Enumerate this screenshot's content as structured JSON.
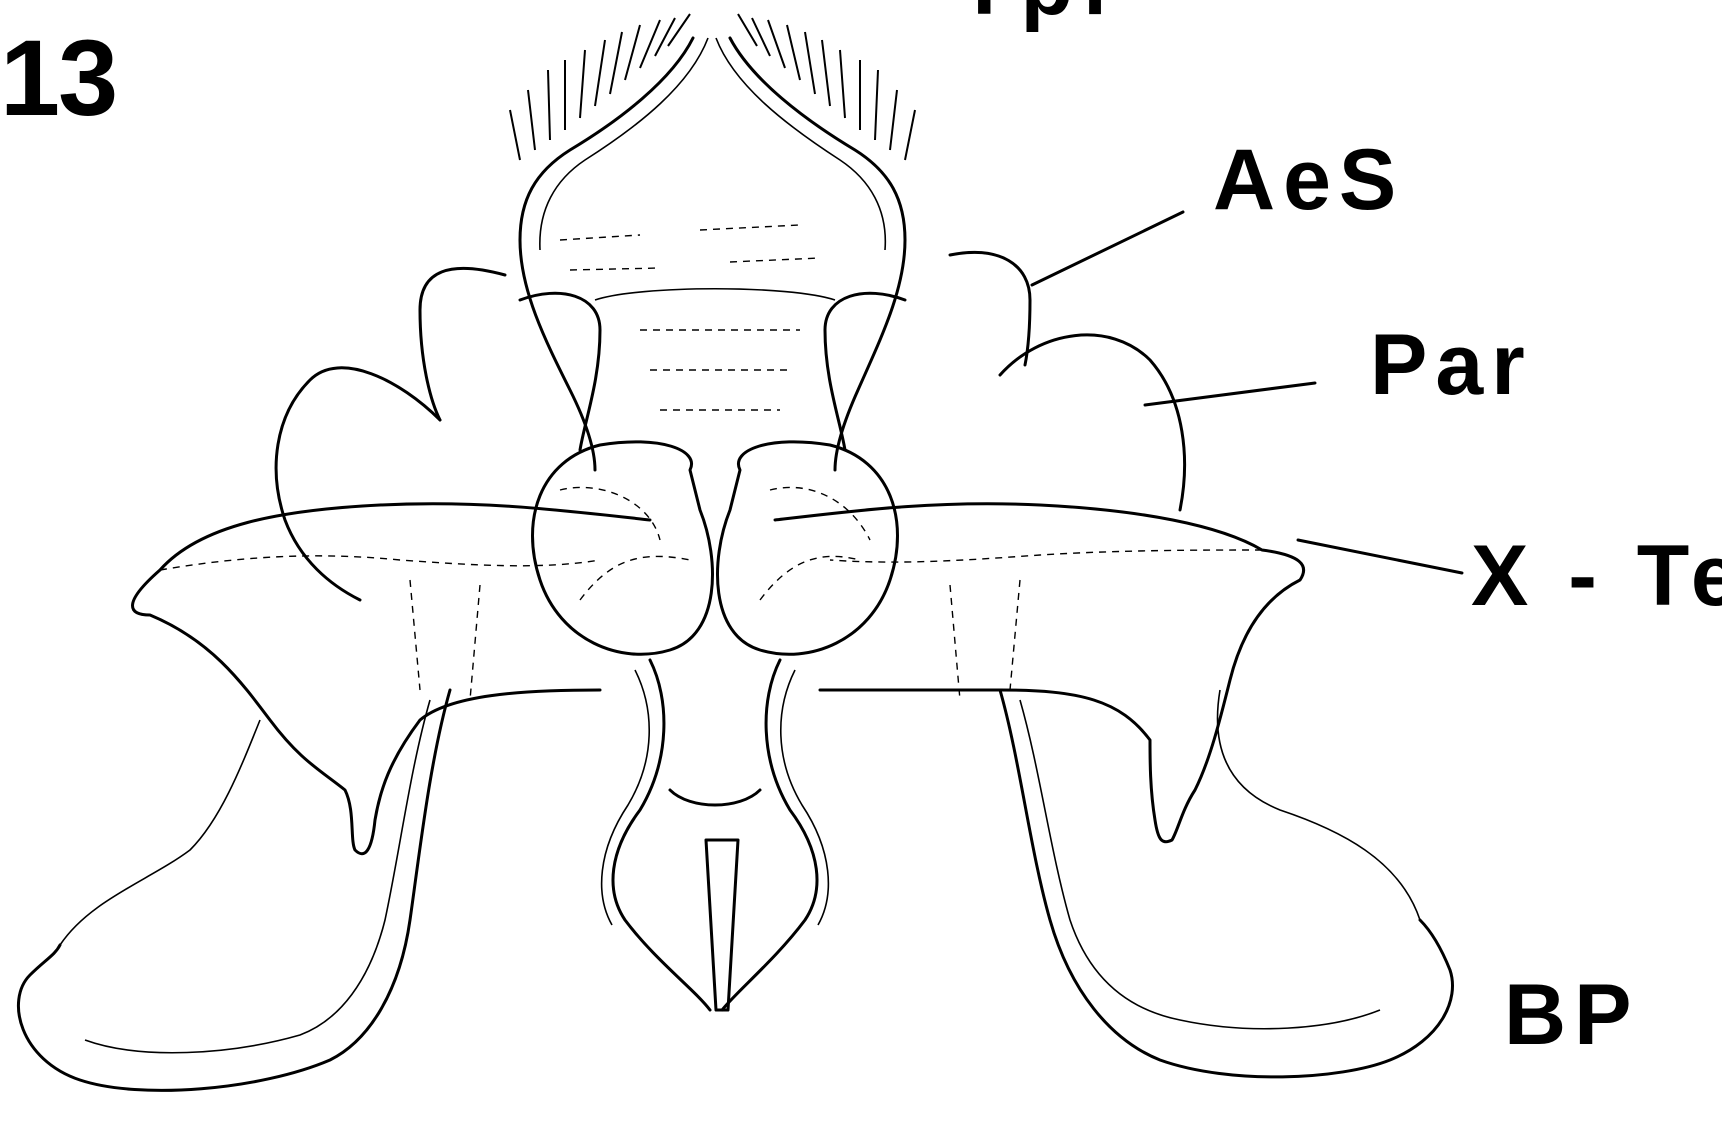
{
  "figure": {
    "number": "13",
    "labels": {
      "tpl": "Tpl",
      "aes": "AeS",
      "par": "Par",
      "xte": "X - Te",
      "bp": "BP"
    }
  }
}
